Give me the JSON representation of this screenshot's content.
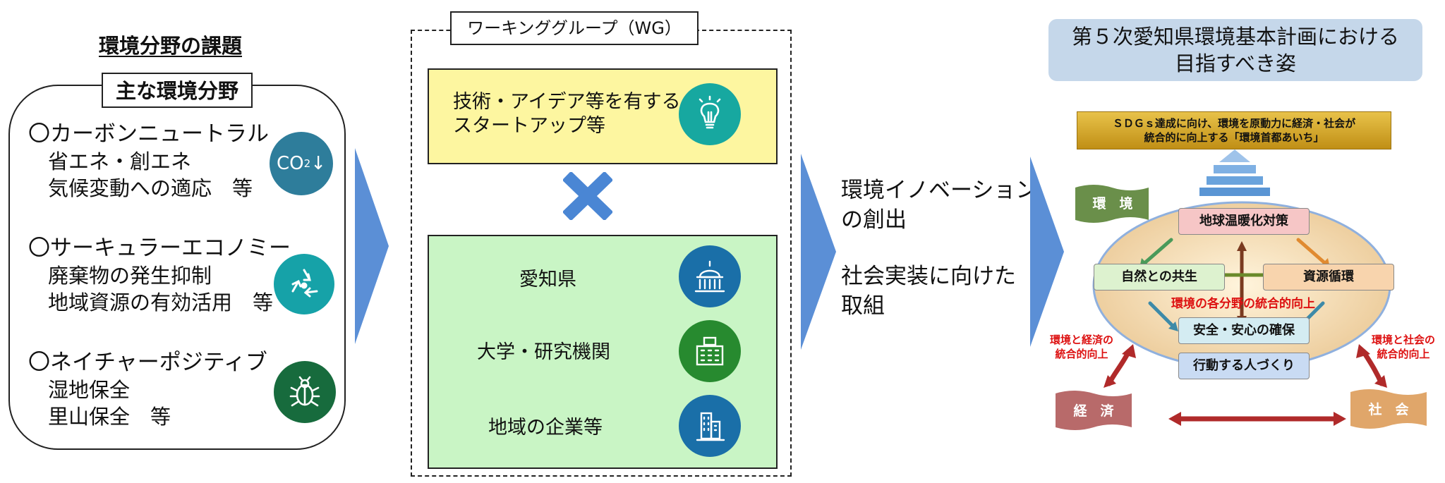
{
  "left": {
    "title": "環境分野の課題",
    "label": "主な環境分野",
    "categories": [
      {
        "title": "〇カーボンニュートラル",
        "lines": [
          "省エネ・創エネ",
          "気候変動への適応　等"
        ],
        "icon": "co2-down-icon",
        "icon_text": "CO",
        "icon_sub": "2",
        "icon_arrow": "↓",
        "color": "#2e7d9b"
      },
      {
        "title": "〇サーキュラーエコノミー",
        "lines": [
          "廃棄物の発生抑制",
          "地域資源の有効活用　等"
        ],
        "icon": "recycle-icon",
        "color": "#16a2a8"
      },
      {
        "title": "〇ネイチャーポジティブ",
        "lines": [
          "湿地保全",
          "里山保全　等"
        ],
        "icon": "beetle-icon",
        "color": "#176b3d"
      }
    ]
  },
  "wg": {
    "label": "ワーキンググループ（WG）",
    "startup": "技術・アイデア等を有する\nスタートアップ等",
    "cross_symbol": "×",
    "partners": [
      {
        "label": "愛知県",
        "icon": "government-building-icon",
        "color": "#1a6fa8"
      },
      {
        "label": "大学・研究機関",
        "icon": "university-building-icon",
        "color": "#278a2f"
      },
      {
        "label": "地域の企業等",
        "icon": "office-building-icon",
        "color": "#1a6fa8"
      }
    ]
  },
  "results": {
    "line1": "環境イノベーション",
    "line2": "の創出",
    "line3": "社会実装に向けた",
    "line4": "取組"
  },
  "vision": {
    "title_line1": "第５次愛知県環境基本計画における",
    "title_line2": "目指すべき姿",
    "goal_line1": "ＳＤＧｓ達成に向け、環境を原動力に経済・社会が",
    "goal_line2": "統合的に向上する「環境首都あいち」",
    "flag_env": "環　境",
    "flag_econ": "経　済",
    "flag_soc": "社　会",
    "node_warming": "地球温暖化対策",
    "node_nature": "自然との共生",
    "node_resource": "資源循環",
    "center_label": "環境の各分野の統合的向上",
    "node_safety": "安全・安心の確保",
    "node_people": "行動する人づくり",
    "env_econ_1": "環境と経済の",
    "env_econ_2": "統合的向上",
    "env_soc_1": "環境と社会の",
    "env_soc_2": "統合的向上"
  },
  "colors": {
    "arrow_blue": "#5b8fd6",
    "cross_blue": "#4a86d4"
  }
}
